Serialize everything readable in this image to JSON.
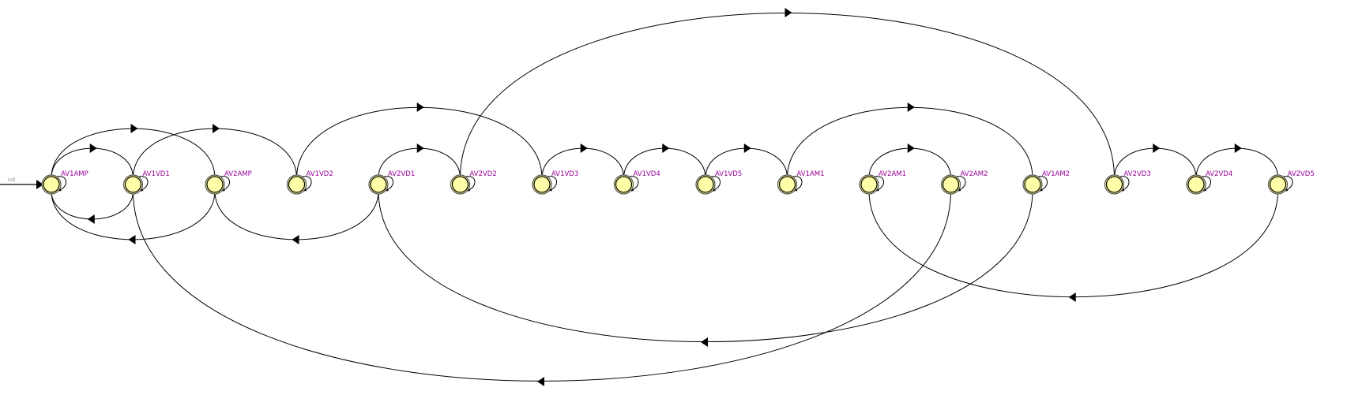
{
  "diagram": {
    "initial_label": "init",
    "initial_state": "AV1AMP",
    "states": [
      "AV1AMP",
      "AV1VD1",
      "AV2AMP",
      "AV1VD2",
      "AV2VD1",
      "AV2VD2",
      "AV1VD3",
      "AV1VD4",
      "AV1VD5",
      "AV1AM1",
      "AV2AM1",
      "AV2AM2",
      "AV1AM2",
      "AV2VD3",
      "AV2VD4",
      "AV2VD5"
    ],
    "self_loops": [
      "AV1AMP",
      "AV1VD1",
      "AV2AMP",
      "AV1VD2",
      "AV2VD1",
      "AV2VD2",
      "AV1VD3",
      "AV1VD4",
      "AV1VD5",
      "AV1AM1",
      "AV2AM1",
      "AV2AM2",
      "AV1AM2",
      "AV2VD3",
      "AV2VD4",
      "AV2VD5"
    ],
    "transitions": [
      {
        "from": "AV1AMP",
        "to": "AV1VD1"
      },
      {
        "from": "AV1VD1",
        "to": "AV1AMP"
      },
      {
        "from": "AV1AMP",
        "to": "AV2AMP"
      },
      {
        "from": "AV2AMP",
        "to": "AV1AMP"
      },
      {
        "from": "AV1VD1",
        "to": "AV1VD2"
      },
      {
        "from": "AV2VD1",
        "to": "AV2AMP"
      },
      {
        "from": "AV1VD2",
        "to": "AV1VD3"
      },
      {
        "from": "AV2VD1",
        "to": "AV2VD2"
      },
      {
        "from": "AV2VD2",
        "to": "AV2VD3"
      },
      {
        "from": "AV1VD3",
        "to": "AV1VD4"
      },
      {
        "from": "AV1VD4",
        "to": "AV1VD5"
      },
      {
        "from": "AV1VD5",
        "to": "AV1AM1"
      },
      {
        "from": "AV1AM1",
        "to": "AV1AM2"
      },
      {
        "from": "AV2AM1",
        "to": "AV2AM2"
      },
      {
        "from": "AV2VD3",
        "to": "AV2VD4"
      },
      {
        "from": "AV2VD4",
        "to": "AV2VD5"
      },
      {
        "from": "AV2AM2",
        "to": "AV1VD1"
      },
      {
        "from": "AV1AM2",
        "to": "AV2VD1"
      },
      {
        "from": "AV2VD5",
        "to": "AV2AM1"
      }
    ]
  }
}
